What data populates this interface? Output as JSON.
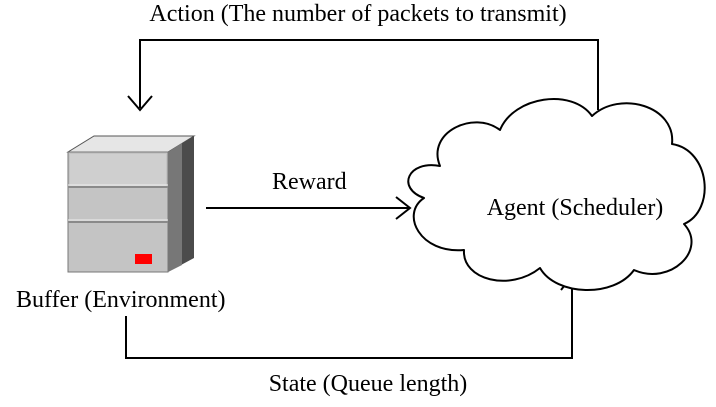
{
  "labels": {
    "action": "Action (The number of packets to transmit)",
    "reward": "Reward",
    "agent": "Agent (Scheduler)",
    "buffer": "Buffer (Environment)",
    "state": "State (Queue length)"
  },
  "icons": {
    "buffer": "server-icon",
    "agent": "cloud-icon"
  },
  "colors": {
    "line": "#000000",
    "server_front": "#c6c6c6",
    "server_top": "#e4e4e4",
    "server_side": "#4a4a4a",
    "indicator": "#ff0000",
    "cloud_fill": "#ffffff"
  }
}
